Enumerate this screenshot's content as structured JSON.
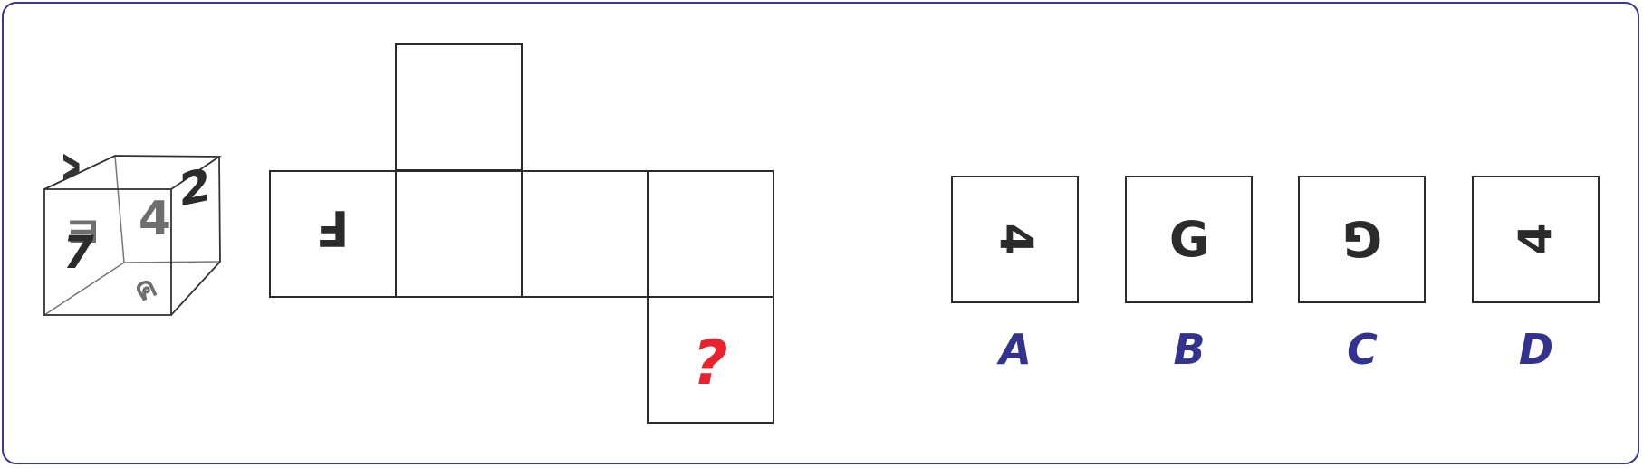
{
  "puzzle": {
    "cube": {
      "faces": {
        "front_symbol": "ㅌ",
        "top_symbol": "V",
        "right_symbol": "2",
        "inner_back_symbol": "4",
        "inner_left_symbol": "7",
        "bottom_symbol": "ค"
      }
    },
    "net": {
      "given_symbol": "F",
      "question_mark": "?",
      "question_color": "#e8232e"
    },
    "options": [
      {
        "letter": "A",
        "symbol": "4"
      },
      {
        "letter": "B",
        "symbol": "G"
      },
      {
        "letter": "C",
        "symbol": "G"
      },
      {
        "letter": "D",
        "symbol": "4"
      }
    ],
    "colors": {
      "frame": "#3a3a8c",
      "option_letter": "#33338f",
      "glyph_dark": "#2b2b2b",
      "glyph_gray": "#6e6e6e"
    }
  }
}
